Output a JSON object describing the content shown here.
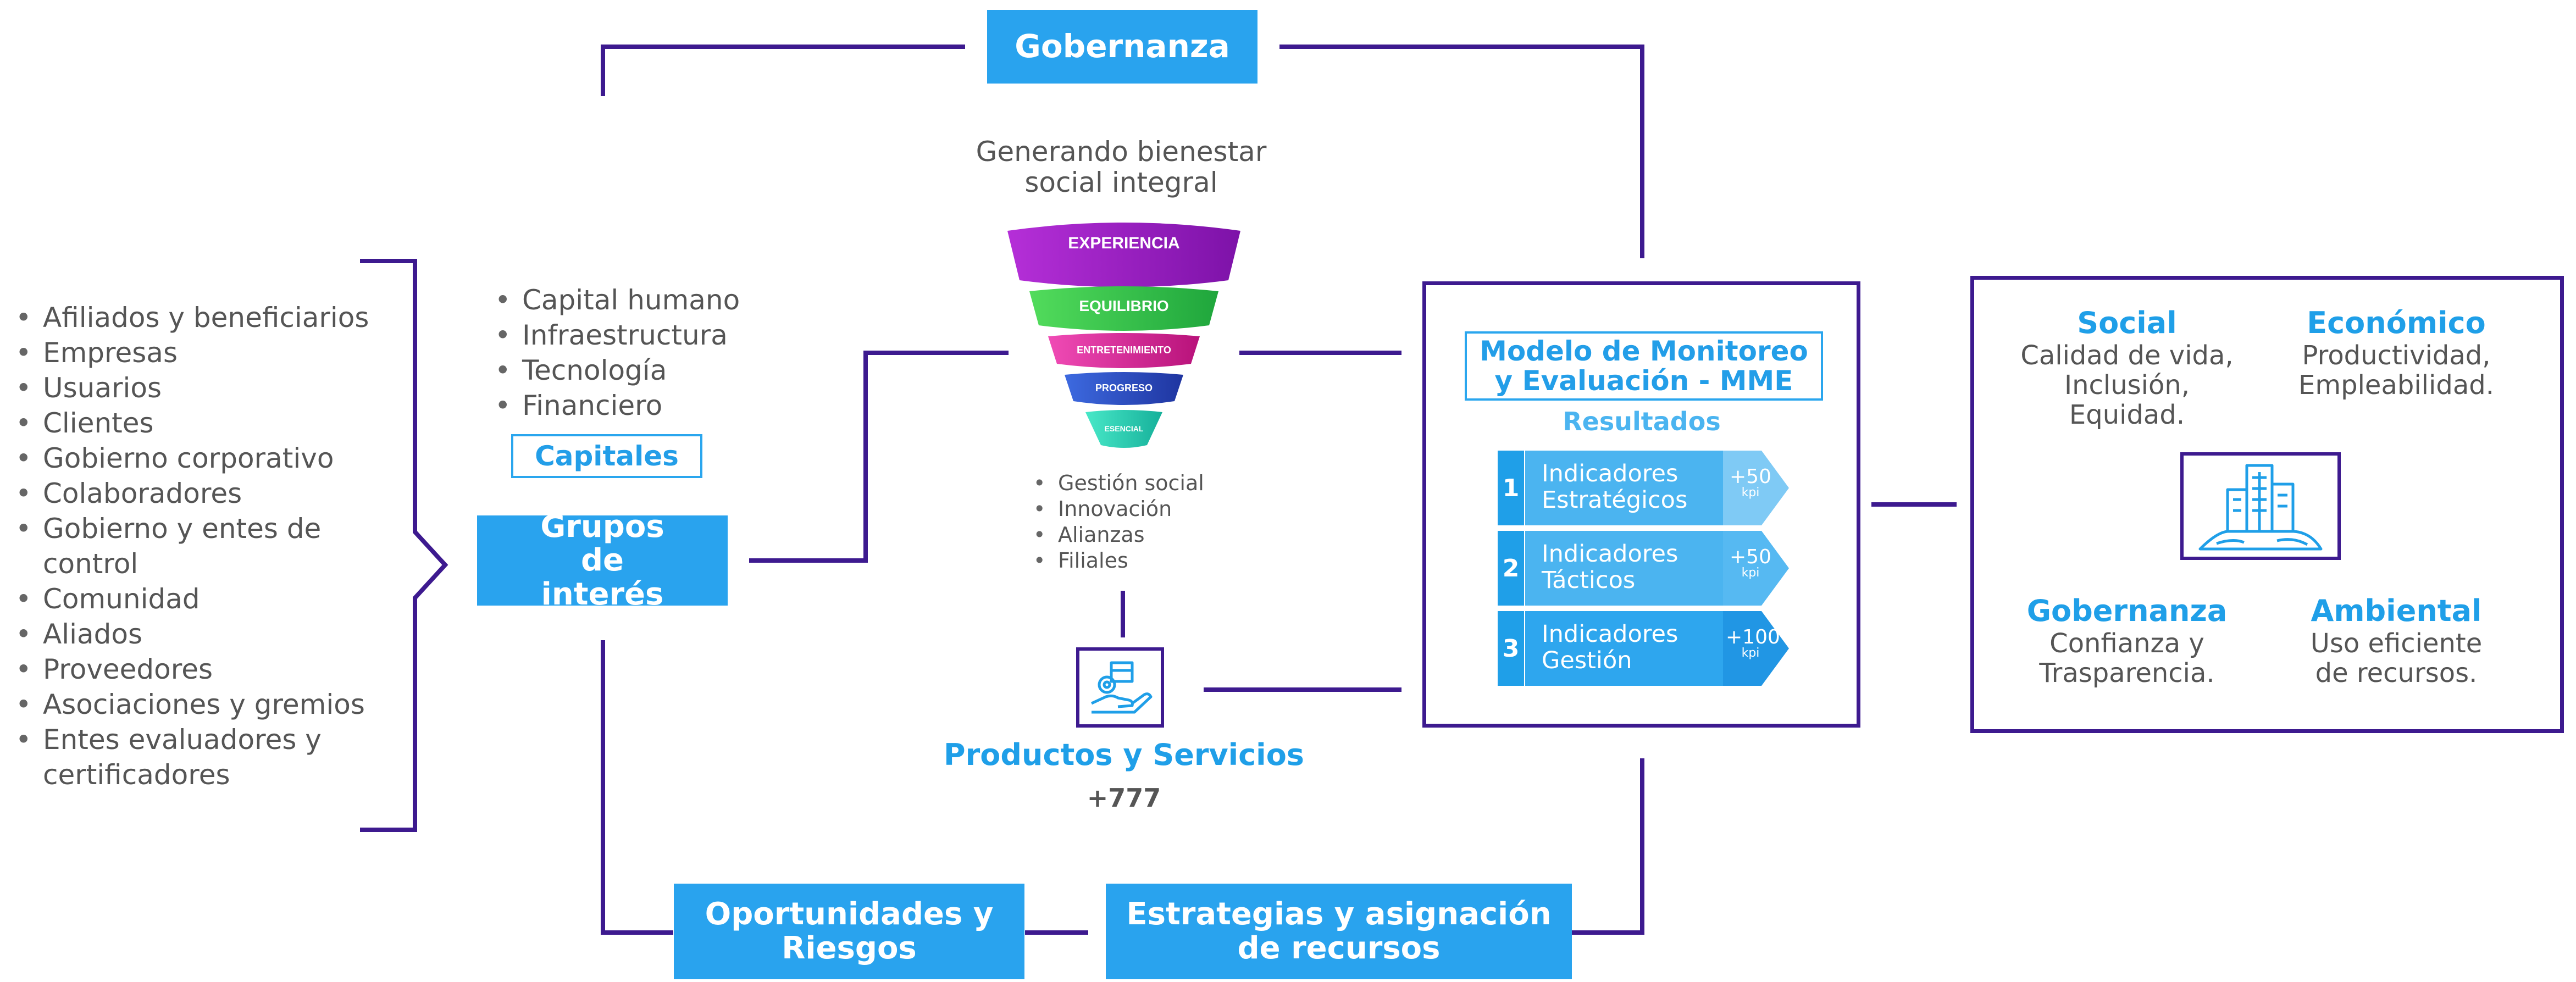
{
  "header": {
    "governance": "Gobernanza"
  },
  "funnel": {
    "caption": "Generando bienestar social integral",
    "levels": [
      "EXPERIENCIA",
      "EQUILIBRIO",
      "ENTRETENIMIENTO",
      "PROGRESO",
      "ESENCIAL"
    ],
    "level_colors": [
      "#a61fc8",
      "#3bd04a",
      "#e63ba8",
      "#2f53c8",
      "#2fd4b8"
    ],
    "items": [
      "Gestión social",
      "Innovación",
      "Alianzas",
      "Filiales"
    ]
  },
  "stakeholders": {
    "items": [
      "Afiliados y beneficiarios",
      "Empresas",
      "Usuarios",
      "Clientes",
      "Gobierno corporativo",
      "Colaboradores",
      "Gobierno y entes de control",
      "Comunidad",
      "Aliados",
      "Proveedores",
      "Asociaciones y gremios",
      "Entes evaluadores y certificadores"
    ]
  },
  "capitals": {
    "items": [
      "Capital humano",
      "Infraestructura",
      "Tecnología",
      "Financiero"
    ],
    "label": "Capitales"
  },
  "groups": {
    "label": "Grupos de interés"
  },
  "products": {
    "icon": "hand-gear-box-icon",
    "label": "Productos y Servicios",
    "count": "+777"
  },
  "bottom": {
    "opportunities": "Oportunidades y Riesgos",
    "strategies": "Estrategias y asignación de recursos"
  },
  "mme": {
    "title": "Modelo de Monitoreo y Evaluación - MME",
    "results": "Resultados",
    "indicators": [
      {
        "num": "1",
        "label": "Indicadores Estratégicos",
        "value": "+50",
        "unit": "kpi"
      },
      {
        "num": "2",
        "label": "Indicadores Tácticos",
        "value": "+50",
        "unit": "kpi"
      },
      {
        "num": "3",
        "label": "Indicadores Gestión",
        "value": "+100",
        "unit": "kpi"
      }
    ]
  },
  "impact": {
    "icon": "city-buildings-icon",
    "social": {
      "title": "Social",
      "text": "Calidad de vida, Inclusión, Equidad."
    },
    "economic": {
      "title": "Económico",
      "text": "Productividad, Empleabilidad."
    },
    "governance": {
      "title": "Gobernanza",
      "text": "Confianza y Trasparencia."
    },
    "environmental": {
      "title": "Ambiental",
      "text": "Uso eficiente de recursos."
    }
  },
  "colors": {
    "frame": "#3d1a8f",
    "accent": "#29a3ee",
    "text": "#555555"
  }
}
